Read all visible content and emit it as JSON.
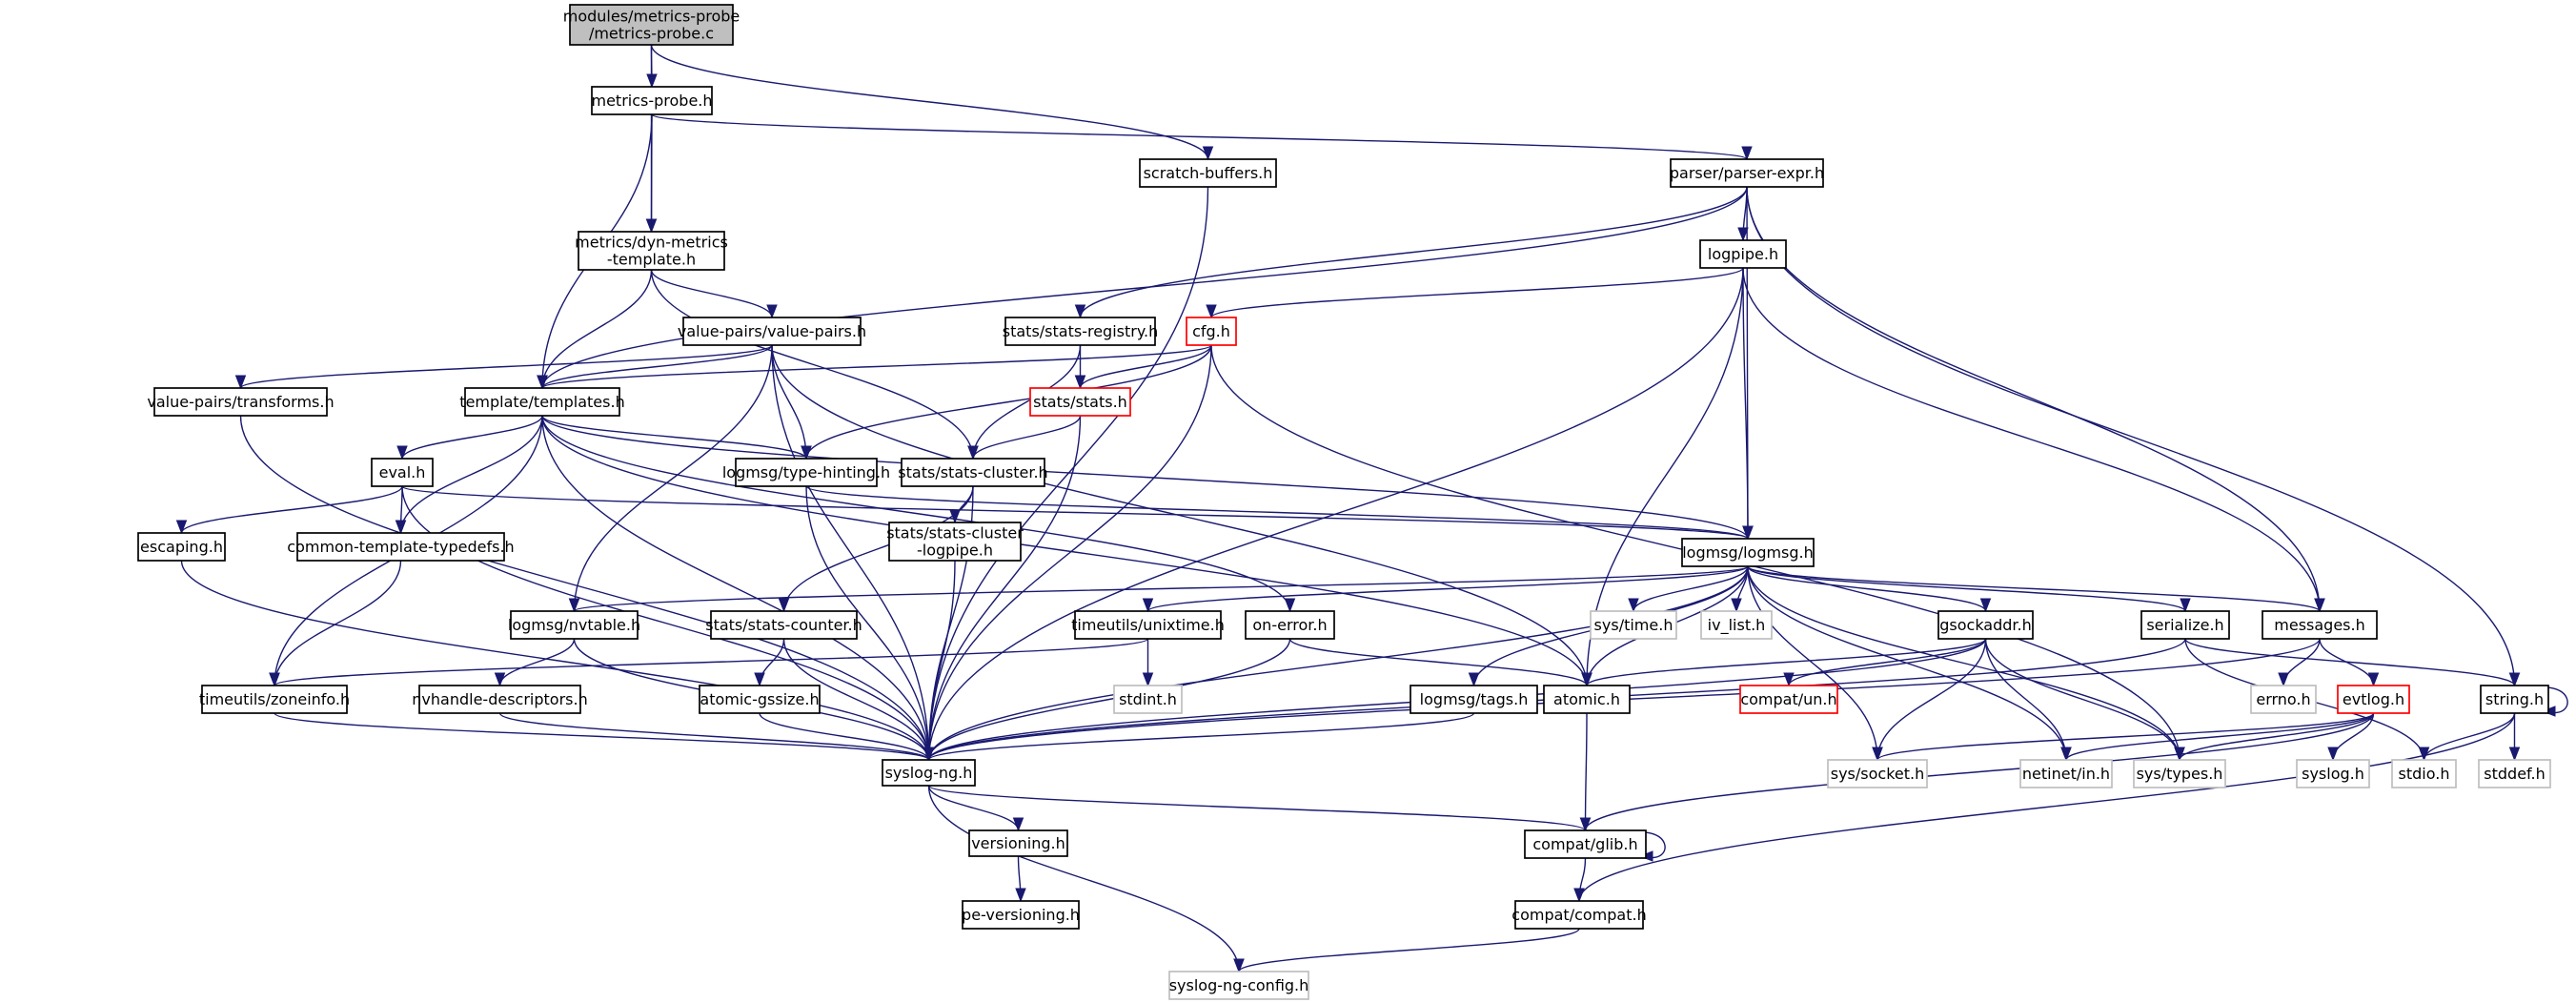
{
  "title": "Include dependency graph for modules/metrics-probe/metrics-probe.c",
  "colors": {
    "edge": "#191970",
    "root_fill": "#bfbfbf",
    "node_border": "#000000",
    "missing_border": "#bfbfbf",
    "incomplete_border": "#ff0000"
  },
  "nodes": [
    {
      "id": "metrics_probe_c",
      "lines": [
        "modules/metrics-probe",
        "/metrics-probe.c"
      ],
      "kind": "root"
    },
    {
      "id": "metrics_probe_h",
      "lines": [
        "metrics-probe.h"
      ],
      "kind": "normal"
    },
    {
      "id": "scratch_buffers_h",
      "lines": [
        "scratch-buffers.h"
      ],
      "kind": "normal"
    },
    {
      "id": "parser_expr_h",
      "lines": [
        "parser/parser-expr.h"
      ],
      "kind": "normal"
    },
    {
      "id": "dyn_metrics_template_h",
      "lines": [
        "metrics/dyn-metrics",
        "-template.h"
      ],
      "kind": "normal"
    },
    {
      "id": "logpipe_h",
      "lines": [
        "logpipe.h"
      ],
      "kind": "normal"
    },
    {
      "id": "value_pairs_h",
      "lines": [
        "value-pairs/value-pairs.h"
      ],
      "kind": "normal"
    },
    {
      "id": "stats_registry_h",
      "lines": [
        "stats/stats-registry.h"
      ],
      "kind": "normal"
    },
    {
      "id": "cfg_h",
      "lines": [
        "cfg.h"
      ],
      "kind": "red"
    },
    {
      "id": "transforms_h",
      "lines": [
        "value-pairs/transforms.h"
      ],
      "kind": "normal"
    },
    {
      "id": "templates_h",
      "lines": [
        "template/templates.h"
      ],
      "kind": "normal"
    },
    {
      "id": "stats_h",
      "lines": [
        "stats/stats.h"
      ],
      "kind": "red"
    },
    {
      "id": "eval_h",
      "lines": [
        "eval.h"
      ],
      "kind": "normal"
    },
    {
      "id": "type_hinting_h",
      "lines": [
        "logmsg/type-hinting.h"
      ],
      "kind": "normal"
    },
    {
      "id": "stats_cluster_h",
      "lines": [
        "stats/stats-cluster.h"
      ],
      "kind": "normal"
    },
    {
      "id": "escaping_h",
      "lines": [
        "escaping.h"
      ],
      "kind": "normal"
    },
    {
      "id": "common_template_typedefs_h",
      "lines": [
        "common-template-typedefs.h"
      ],
      "kind": "normal"
    },
    {
      "id": "stats_cluster_logpipe_h",
      "lines": [
        "stats/stats-cluster",
        "-logpipe.h"
      ],
      "kind": "normal"
    },
    {
      "id": "logmsg_h",
      "lines": [
        "logmsg/logmsg.h"
      ],
      "kind": "normal"
    },
    {
      "id": "nvtable_h",
      "lines": [
        "logmsg/nvtable.h"
      ],
      "kind": "normal"
    },
    {
      "id": "stats_counter_h",
      "lines": [
        "stats/stats-counter.h"
      ],
      "kind": "normal"
    },
    {
      "id": "unixtime_h",
      "lines": [
        "timeutils/unixtime.h"
      ],
      "kind": "normal"
    },
    {
      "id": "on_error_h",
      "lines": [
        "on-error.h"
      ],
      "kind": "normal"
    },
    {
      "id": "sys_time_h",
      "lines": [
        "sys/time.h"
      ],
      "kind": "missing"
    },
    {
      "id": "iv_list_h",
      "lines": [
        "iv_list.h"
      ],
      "kind": "missing"
    },
    {
      "id": "gsockaddr_h",
      "lines": [
        "gsockaddr.h"
      ],
      "kind": "normal"
    },
    {
      "id": "serialize_h",
      "lines": [
        "serialize.h"
      ],
      "kind": "normal"
    },
    {
      "id": "messages_h",
      "lines": [
        "messages.h"
      ],
      "kind": "normal"
    },
    {
      "id": "zoneinfo_h",
      "lines": [
        "timeutils/zoneinfo.h"
      ],
      "kind": "normal"
    },
    {
      "id": "nvhandle_descriptors_h",
      "lines": [
        "nvhandle-descriptors.h"
      ],
      "kind": "normal"
    },
    {
      "id": "atomic_gssize_h",
      "lines": [
        "atomic-gssize.h"
      ],
      "kind": "normal"
    },
    {
      "id": "stdint_h",
      "lines": [
        "stdint.h"
      ],
      "kind": "missing"
    },
    {
      "id": "tags_h",
      "lines": [
        "logmsg/tags.h"
      ],
      "kind": "normal"
    },
    {
      "id": "atomic_h",
      "lines": [
        "atomic.h"
      ],
      "kind": "normal"
    },
    {
      "id": "compat_un_h",
      "lines": [
        "compat/un.h"
      ],
      "kind": "red"
    },
    {
      "id": "errno_h",
      "lines": [
        "errno.h"
      ],
      "kind": "missing"
    },
    {
      "id": "evtlog_h",
      "lines": [
        "evtlog.h"
      ],
      "kind": "red"
    },
    {
      "id": "string_h",
      "lines": [
        "string.h"
      ],
      "kind": "normal"
    },
    {
      "id": "syslog_ng_h",
      "lines": [
        "syslog-ng.h"
      ],
      "kind": "normal"
    },
    {
      "id": "sys_socket_h",
      "lines": [
        "sys/socket.h"
      ],
      "kind": "missing"
    },
    {
      "id": "netinet_in_h",
      "lines": [
        "netinet/in.h"
      ],
      "kind": "missing"
    },
    {
      "id": "sys_types_h",
      "lines": [
        "sys/types.h"
      ],
      "kind": "missing"
    },
    {
      "id": "syslog_h",
      "lines": [
        "syslog.h"
      ],
      "kind": "missing"
    },
    {
      "id": "stdio_h",
      "lines": [
        "stdio.h"
      ],
      "kind": "missing"
    },
    {
      "id": "stddef_h",
      "lines": [
        "stddef.h"
      ],
      "kind": "missing"
    },
    {
      "id": "versioning_h",
      "lines": [
        "versioning.h"
      ],
      "kind": "normal"
    },
    {
      "id": "compat_glib_h",
      "lines": [
        "compat/glib.h"
      ],
      "kind": "normal"
    },
    {
      "id": "pe_versioning_h",
      "lines": [
        "pe-versioning.h"
      ],
      "kind": "normal"
    },
    {
      "id": "compat_compat_h",
      "lines": [
        "compat/compat.h"
      ],
      "kind": "normal"
    },
    {
      "id": "syslog_ng_config_h",
      "lines": [
        "syslog-ng-config.h"
      ],
      "kind": "missing"
    }
  ],
  "edges": [
    [
      "metrics_probe_c",
      "metrics_probe_h"
    ],
    [
      "metrics_probe_c",
      "dyn_metrics_template_h"
    ],
    [
      "metrics_probe_c",
      "scratch_buffers_h"
    ],
    [
      "metrics_probe_h",
      "parser_expr_h"
    ],
    [
      "metrics_probe_h",
      "dyn_metrics_template_h"
    ],
    [
      "metrics_probe_h",
      "templates_h"
    ],
    [
      "scratch_buffers_h",
      "syslog_ng_h"
    ],
    [
      "parser_expr_h",
      "logpipe_h"
    ],
    [
      "parser_expr_h",
      "templates_h"
    ],
    [
      "parser_expr_h",
      "stats_registry_h"
    ],
    [
      "parser_expr_h",
      "logmsg_h"
    ],
    [
      "parser_expr_h",
      "messages_h"
    ],
    [
      "parser_expr_h",
      "string_h"
    ],
    [
      "dyn_metrics_template_h",
      "templates_h"
    ],
    [
      "dyn_metrics_template_h",
      "value_pairs_h"
    ],
    [
      "dyn_metrics_template_h",
      "stats_cluster_h"
    ],
    [
      "logpipe_h",
      "cfg_h"
    ],
    [
      "logpipe_h",
      "logmsg_h"
    ],
    [
      "logpipe_h",
      "syslog_ng_h"
    ],
    [
      "logpipe_h",
      "atomic_h"
    ],
    [
      "logpipe_h",
      "messages_h"
    ],
    [
      "value_pairs_h",
      "transforms_h"
    ],
    [
      "value_pairs_h",
      "templates_h"
    ],
    [
      "value_pairs_h",
      "type_hinting_h"
    ],
    [
      "value_pairs_h",
      "nvtable_h"
    ],
    [
      "value_pairs_h",
      "syslog_ng_h"
    ],
    [
      "value_pairs_h",
      "atomic_h"
    ],
    [
      "stats_registry_h",
      "stats_h"
    ],
    [
      "stats_registry_h",
      "stats_cluster_h"
    ],
    [
      "cfg_h",
      "stats_h"
    ],
    [
      "cfg_h",
      "templates_h"
    ],
    [
      "cfg_h",
      "type_hinting_h"
    ],
    [
      "cfg_h",
      "syslog_ng_h"
    ],
    [
      "cfg_h",
      "sys_types_h"
    ],
    [
      "transforms_h",
      "syslog_ng_h"
    ],
    [
      "templates_h",
      "eval_h"
    ],
    [
      "templates_h",
      "common_template_typedefs_h"
    ],
    [
      "templates_h",
      "type_hinting_h"
    ],
    [
      "templates_h",
      "zoneinfo_h"
    ],
    [
      "templates_h",
      "syslog_ng_h"
    ],
    [
      "templates_h",
      "on_error_h"
    ],
    [
      "templates_h",
      "atomic_h"
    ],
    [
      "templates_h",
      "logmsg_h"
    ],
    [
      "stats_h",
      "stats_cluster_h"
    ],
    [
      "stats_h",
      "syslog_ng_h"
    ],
    [
      "eval_h",
      "escaping_h"
    ],
    [
      "eval_h",
      "common_template_typedefs_h"
    ],
    [
      "eval_h",
      "syslog_ng_h"
    ],
    [
      "eval_h",
      "logmsg_h"
    ],
    [
      "type_hinting_h",
      "syslog_ng_h"
    ],
    [
      "type_hinting_h",
      "logmsg_h"
    ],
    [
      "stats_cluster_h",
      "stats_cluster_logpipe_h"
    ],
    [
      "stats_cluster_h",
      "stats_counter_h"
    ],
    [
      "stats_cluster_h",
      "syslog_ng_h"
    ],
    [
      "escaping_h",
      "syslog_ng_h"
    ],
    [
      "common_template_typedefs_h",
      "zoneinfo_h"
    ],
    [
      "stats_cluster_logpipe_h",
      "syslog_ng_h"
    ],
    [
      "logmsg_h",
      "nvtable_h"
    ],
    [
      "logmsg_h",
      "unixtime_h"
    ],
    [
      "logmsg_h",
      "sys_time_h"
    ],
    [
      "logmsg_h",
      "iv_list_h"
    ],
    [
      "logmsg_h",
      "gsockaddr_h"
    ],
    [
      "logmsg_h",
      "serialize_h"
    ],
    [
      "logmsg_h",
      "messages_h"
    ],
    [
      "logmsg_h",
      "tags_h"
    ],
    [
      "logmsg_h",
      "atomic_h"
    ],
    [
      "logmsg_h",
      "syslog_ng_h"
    ],
    [
      "logmsg_h",
      "sys_socket_h"
    ],
    [
      "logmsg_h",
      "netinet_in_h"
    ],
    [
      "logmsg_h",
      "sys_types_h"
    ],
    [
      "nvtable_h",
      "nvhandle_descriptors_h"
    ],
    [
      "nvtable_h",
      "syslog_ng_h"
    ],
    [
      "stats_counter_h",
      "atomic_gssize_h"
    ],
    [
      "stats_counter_h",
      "syslog_ng_h"
    ],
    [
      "unixtime_h",
      "stdint_h"
    ],
    [
      "unixtime_h",
      "zoneinfo_h"
    ],
    [
      "on_error_h",
      "syslog_ng_h"
    ],
    [
      "on_error_h",
      "atomic_h"
    ],
    [
      "gsockaddr_h",
      "compat_un_h"
    ],
    [
      "gsockaddr_h",
      "atomic_h"
    ],
    [
      "gsockaddr_h",
      "syslog_ng_h"
    ],
    [
      "gsockaddr_h",
      "sys_socket_h"
    ],
    [
      "gsockaddr_h",
      "netinet_in_h"
    ],
    [
      "gsockaddr_h",
      "sys_types_h"
    ],
    [
      "serialize_h",
      "string_h"
    ],
    [
      "serialize_h",
      "syslog_ng_h"
    ],
    [
      "serialize_h",
      "stdio_h"
    ],
    [
      "messages_h",
      "errno_h"
    ],
    [
      "messages_h",
      "evtlog_h"
    ],
    [
      "messages_h",
      "syslog_ng_h"
    ],
    [
      "zoneinfo_h",
      "syslog_ng_h"
    ],
    [
      "nvhandle_descriptors_h",
      "syslog_ng_h"
    ],
    [
      "atomic_gssize_h",
      "syslog_ng_h"
    ],
    [
      "tags_h",
      "syslog_ng_h"
    ],
    [
      "atomic_h",
      "compat_glib_h"
    ],
    [
      "evtlog_h",
      "sys_socket_h"
    ],
    [
      "evtlog_h",
      "netinet_in_h"
    ],
    [
      "evtlog_h",
      "sys_types_h"
    ],
    [
      "evtlog_h",
      "syslog_h"
    ],
    [
      "evtlog_h",
      "compat_glib_h"
    ],
    [
      "string_h",
      "string_h"
    ],
    [
      "string_h",
      "stdio_h"
    ],
    [
      "string_h",
      "stddef_h"
    ],
    [
      "string_h",
      "compat_compat_h"
    ],
    [
      "syslog_ng_h",
      "versioning_h"
    ],
    [
      "syslog_ng_h",
      "compat_glib_h"
    ],
    [
      "syslog_ng_h",
      "syslog_ng_config_h"
    ],
    [
      "versioning_h",
      "pe_versioning_h"
    ],
    [
      "compat_glib_h",
      "compat_glib_h"
    ],
    [
      "compat_glib_h",
      "compat_compat_h"
    ],
    [
      "compat_compat_h",
      "syslog_ng_config_h"
    ]
  ]
}
